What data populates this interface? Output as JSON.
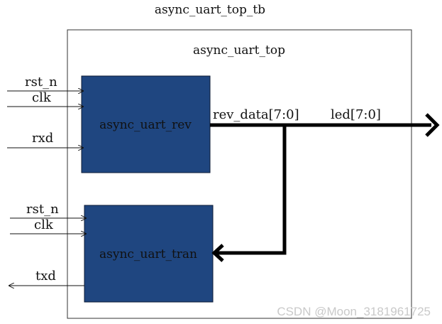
{
  "testbench_title": "async_uart_top_tb",
  "top_module_title": "async_uart_top",
  "rev_block": {
    "name": "async_uart_rev",
    "inputs": [
      "rst_n",
      "clk",
      "rxd"
    ]
  },
  "tran_block": {
    "name": "async_uart_tran",
    "inputs": [
      "rst_n",
      "clk"
    ],
    "output": "txd"
  },
  "bus": {
    "rev_data_label": "rev_data[7:0]",
    "led_label": "led[7:0]"
  },
  "watermark": "CSDN @Moon_3181961725",
  "colors": {
    "block_fill": "#1f4680",
    "block_stroke": "#0b1a33",
    "wire": "#111111",
    "frame": "#333333"
  }
}
